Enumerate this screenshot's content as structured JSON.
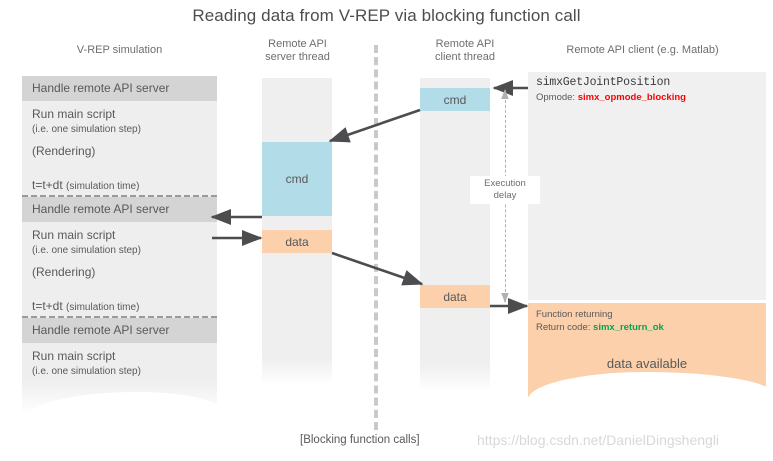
{
  "title": "Reading data from V-REP via blocking function call",
  "columns": {
    "vrep": "V-REP simulation",
    "server_thread_l1": "Remote API",
    "server_thread_l2": "server thread",
    "client_thread_l1": "Remote API",
    "client_thread_l2": "client thread",
    "matlab": "Remote API client (e.g. Matlab)"
  },
  "vrep_steps": [
    {
      "type": "band",
      "label": "Handle remote API server"
    },
    {
      "type": "text",
      "label": "Run main script",
      "sub": "(i.e. one simulation step)"
    },
    {
      "type": "text",
      "label": "(Rendering)"
    },
    {
      "type": "text",
      "label": "t=t+dt",
      "sub": "(simulation time)"
    },
    {
      "type": "band",
      "label": "Handle remote API server"
    },
    {
      "type": "text",
      "label": "Run main script",
      "sub": "(i.e. one simulation step)"
    },
    {
      "type": "text",
      "label": "(Rendering)"
    },
    {
      "type": "text",
      "label": "t=t+dt",
      "sub": "(simulation time)"
    },
    {
      "type": "band",
      "label": "Handle remote API server"
    },
    {
      "type": "text",
      "label": "Run main script",
      "sub": "(i.e. one simulation step)"
    }
  ],
  "blocks": {
    "server_cmd": "cmd",
    "server_data": "data",
    "client_cmd": "cmd",
    "client_data": "data"
  },
  "call_panel": {
    "function": "simxGetJointPosition",
    "opmode_label": "Opmode: ",
    "opmode_value": "simx_opmode_blocking"
  },
  "return_panel": {
    "line1": "Function returning",
    "line2_label": "Return code: ",
    "line2_value": "simx_return_ok",
    "available": "data available"
  },
  "execution_delay": {
    "line1": "Execution",
    "line2": "delay"
  },
  "caption": "[Blocking function calls]",
  "watermark": "https://blog.csdn.net/DanielDingshengli",
  "colors": {
    "cmd": "#b2dce8",
    "data": "#fbd0ab",
    "track": "#efefef",
    "band": "#d4d4d4",
    "column": "#eeeeee",
    "opmode": "#ff0000",
    "return_code": "#00a651",
    "arrow": "#4d4d4f",
    "divider": "#c9c9c9",
    "watermark": "#d8d8d8"
  }
}
